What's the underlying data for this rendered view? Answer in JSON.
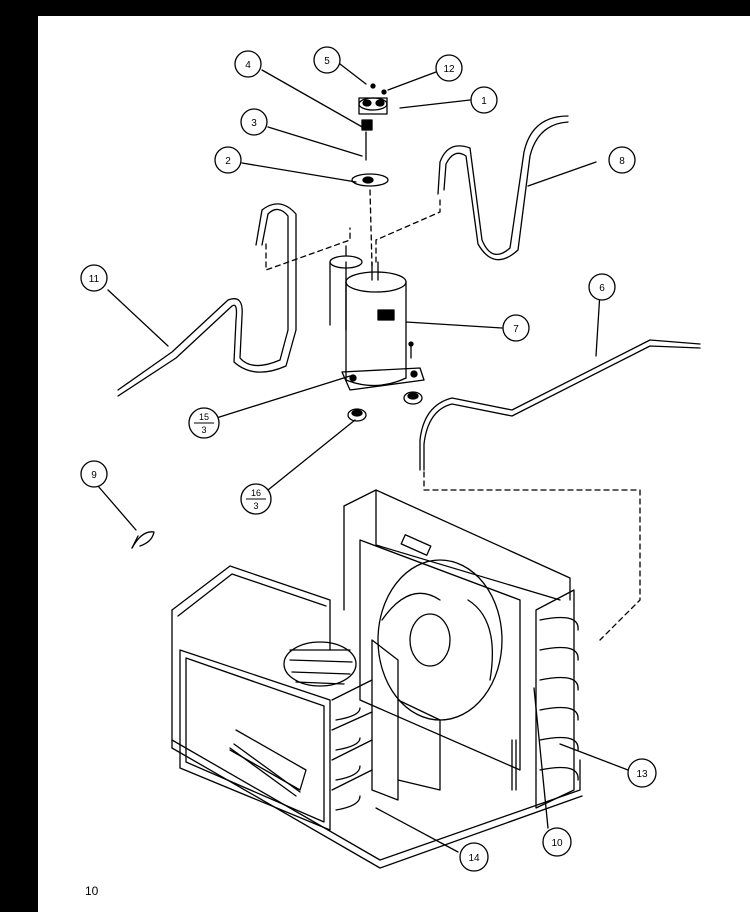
{
  "page": {
    "number": "10"
  },
  "callouts": [
    {
      "id": "c1",
      "label": "1"
    },
    {
      "id": "c2",
      "label": "2"
    },
    {
      "id": "c3",
      "label": "3"
    },
    {
      "id": "c4",
      "label": "4"
    },
    {
      "id": "c5",
      "label": "5"
    },
    {
      "id": "c6",
      "label": "6"
    },
    {
      "id": "c7",
      "label": "7"
    },
    {
      "id": "c8",
      "label": "8"
    },
    {
      "id": "c9",
      "label": "9"
    },
    {
      "id": "c10",
      "label": "10"
    },
    {
      "id": "c11",
      "label": "11"
    },
    {
      "id": "c12",
      "label": "12"
    },
    {
      "id": "c13",
      "label": "13"
    },
    {
      "id": "c14",
      "label": "14"
    }
  ],
  "fraction_callouts": [
    {
      "id": "f15",
      "numerator": "15",
      "denominator": "3"
    },
    {
      "id": "f16",
      "numerator": "16",
      "denominator": "3"
    }
  ],
  "colors": {
    "ink": "#000000",
    "paper": "#ffffff",
    "border": "#000000"
  }
}
